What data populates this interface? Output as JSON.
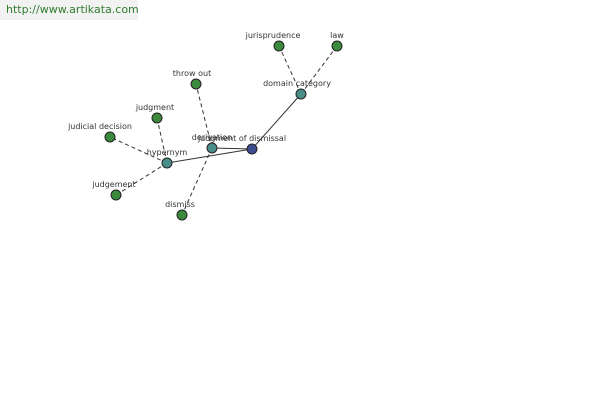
{
  "watermark": {
    "text": "http://www.artikata.com"
  },
  "colors": {
    "center": "#3d4d8f",
    "relation": "#4a8e8a",
    "leaf": "#3c8a3c",
    "edge": "#333333",
    "text": "#333333"
  },
  "graph": {
    "center": {
      "id": "judgment-of-dismissal",
      "label": "judgment of dismissal"
    },
    "relations": [
      {
        "id": "hypernym",
        "label": "hypernym"
      },
      {
        "id": "derivation",
        "label": "derivation"
      },
      {
        "id": "domain-category",
        "label": "domain category"
      }
    ],
    "leaves": [
      {
        "id": "judicial-decision",
        "label": "judicial decision",
        "parent": "hypernym"
      },
      {
        "id": "judgment",
        "label": "judgment",
        "parent": "hypernym"
      },
      {
        "id": "judgement",
        "label": "judgement",
        "parent": "hypernym"
      },
      {
        "id": "throw-out",
        "label": "throw out",
        "parent": "derivation"
      },
      {
        "id": "dismiss",
        "label": "dismiss",
        "parent": "derivation"
      },
      {
        "id": "jurisprudence",
        "label": "jurisprudence",
        "parent": "domain-category"
      },
      {
        "id": "law",
        "label": "law",
        "parent": "domain-category"
      }
    ]
  }
}
